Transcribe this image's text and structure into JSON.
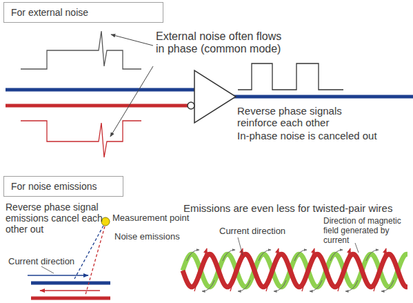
{
  "diagram": {
    "nodes": [
      {
        "text": [
          "For external noise"
        ]
      },
      {
        "text": [
          "For noise emissions"
        ]
      }
    ],
    "labels": [
      "External noise often flows in phase (common mode)",
      "Reverse phase signals reinforce each other",
      "In-phase noise is canceled out",
      "Reverse phase signal emissions cancel each other out",
      "Measurement point",
      "Noise emissions",
      "Current direction",
      "Emissions are even less for twisted-pair wires",
      "Current direction",
      "Direction of magnetic field generated by current"
    ]
  }
}
